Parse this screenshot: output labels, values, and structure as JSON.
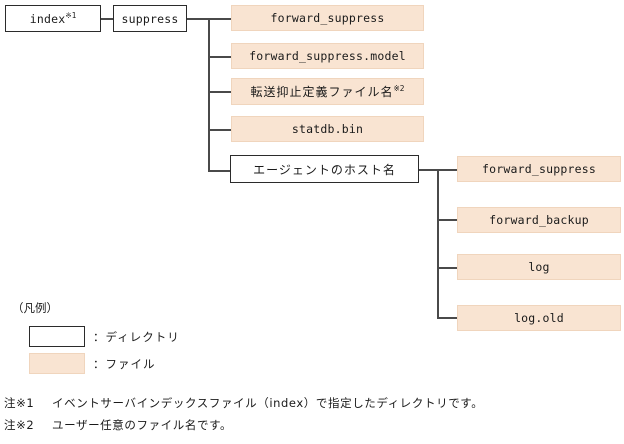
{
  "diagram": {
    "type": "directory-tree",
    "root": {
      "label": "index",
      "note_marker": "※1",
      "kind": "directory"
    },
    "level2": {
      "label": "suppress",
      "kind": "directory"
    },
    "level3": [
      {
        "label": "forward_suppress",
        "kind": "file"
      },
      {
        "label": "forward_suppress.model",
        "kind": "file"
      },
      {
        "label": "転送抑止定義ファイル名",
        "note_marker": "※2",
        "kind": "file"
      },
      {
        "label": "statdb.bin",
        "kind": "file"
      },
      {
        "label": "エージェントのホスト名",
        "kind": "directory"
      }
    ],
    "level4": [
      {
        "label": "forward_suppress",
        "kind": "file"
      },
      {
        "label": "forward_backup",
        "kind": "file"
      },
      {
        "label": "log",
        "kind": "file"
      },
      {
        "label": "log.old",
        "kind": "file"
      }
    ]
  },
  "legend": {
    "title": "（凡例）",
    "items": [
      {
        "kind": "directory",
        "label": "：ディレクトリ"
      },
      {
        "kind": "file",
        "label": "：ファイル"
      }
    ]
  },
  "notes": [
    {
      "tag": "注※1",
      "text": "イベントサーバインデックスファイル（index）で指定したディレクトリです。"
    },
    {
      "tag": "注※2",
      "text": "ユーザー任意のファイル名です。"
    }
  ],
  "colors": {
    "file_fill": "#f9e4d2",
    "file_border": "#f0d5bd",
    "dir_border": "#2b2b2b",
    "line": "#4a4a4a",
    "background": "#ffffff"
  }
}
